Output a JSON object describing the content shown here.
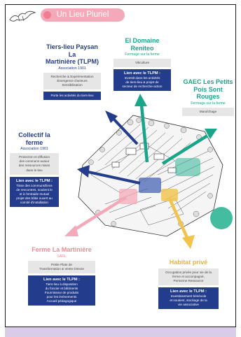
{
  "title": "Un Lieu Pluriel",
  "link_label": "Lien avec le TLPM :",
  "colors": {
    "navy": "#243c8c",
    "green": "#18a58a",
    "pink": "#ef8a98",
    "yellow": "#f2c24a",
    "lavender": "#d9cce9"
  },
  "tlpm": {
    "name_line1": "Tiers-lieu Paysan La",
    "name_line2": "Martinière (TLPM)",
    "status": "Association 1901",
    "activities": [
      "Recherche & Expérimentation",
      "Émergence d'acteurs",
      "Sensibilisation"
    ],
    "link_text": "Porte les activités du tiers-lieu"
  },
  "domaine": {
    "name": "EI Domaine Reniteo",
    "status": "Fermage sur la ferme",
    "activity": "Viticulture",
    "link_text": [
      "Investit dans les activités",
      "de tiers-lieu & projet de",
      "secteur de recherche-action"
    ]
  },
  "gaec": {
    "name_line1": "GAEC Les Petits",
    "name_line2": "Pois Sont Rouges",
    "status": "Fermage sur la ferme",
    "activity": "Maraîchage"
  },
  "collectif": {
    "name": "Collectif la ferme",
    "status": "Association 1901",
    "activities": [
      "Protection et diffusion",
      "des communs autour",
      "des ressources mises",
      "dans le lieu"
    ],
    "link_text": [
      "Tisse des communs/liens",
      "de rencontres, soutient le",
      "et à l'entraide mutuel",
      "projet des bâtis ouvert au",
      "comité d'installation"
    ]
  },
  "ferme": {
    "name": "Ferme La Martinière",
    "status": "SARL",
    "activities": [
      "Petite Plate de",
      "Transformation & Vente Directe"
    ],
    "link_text": [
      "Tiers-lieu à disposition",
      "du foncier et bâtiments",
      "Fournisseur de produits",
      "pour les événements",
      "Accueil pédagogique"
    ]
  },
  "habitat": {
    "name": "Habitat privé",
    "activities": [
      "Occupation privée pour vie de la",
      "ferme et accompagné,",
      "Personne Ressource"
    ],
    "link_text": [
      "Investissement bénévole",
      "et soutient, stockage de la",
      "vie associative"
    ]
  }
}
